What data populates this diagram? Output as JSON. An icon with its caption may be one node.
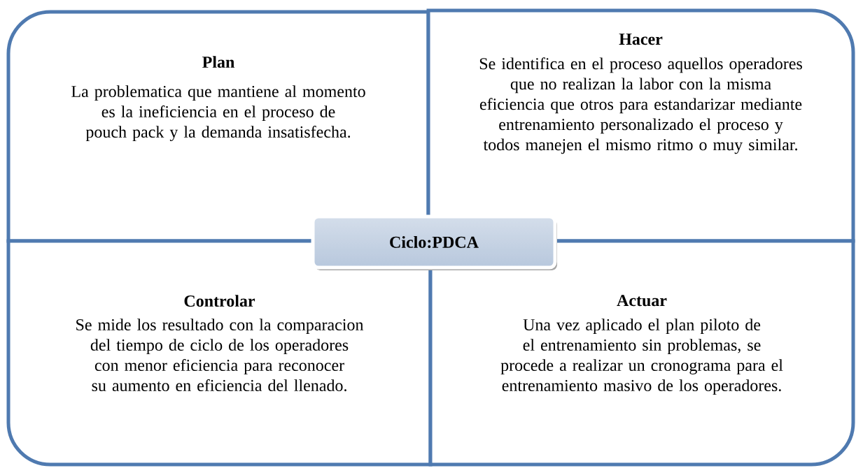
{
  "diagram": {
    "nodes": [
      {
        "text": [
          "Plan",
          "La problematica que mantiene al momento es la ineficiencia en el proceso de pouch pack y la demanda insatisfecha."
        ]
      },
      {
        "text": [
          "Hacer",
          "Se identifica en el proceso aquellos operadores que no realizan la labor con la misma eficiencia que otros para estandarizar mediante entrenamiento personalizado el proceso y todos manejen el mismo ritmo o muy similar."
        ]
      },
      {
        "text": [
          "Ciclo:PDCA"
        ]
      },
      {
        "text": [
          "Controlar",
          "Se mide los resultado con la comparacion del tiempo de ciclo de los operadores con menor eficiencia para reconocer su aumento en eficiencia del llenado."
        ]
      },
      {
        "text": [
          "Actuar",
          "Una vez aplicado el plan piloto de el entrenamiento sin problemas, se procede a realizar un cronograma para el entrenamiento masivo de los operadores."
        ]
      }
    ]
  }
}
